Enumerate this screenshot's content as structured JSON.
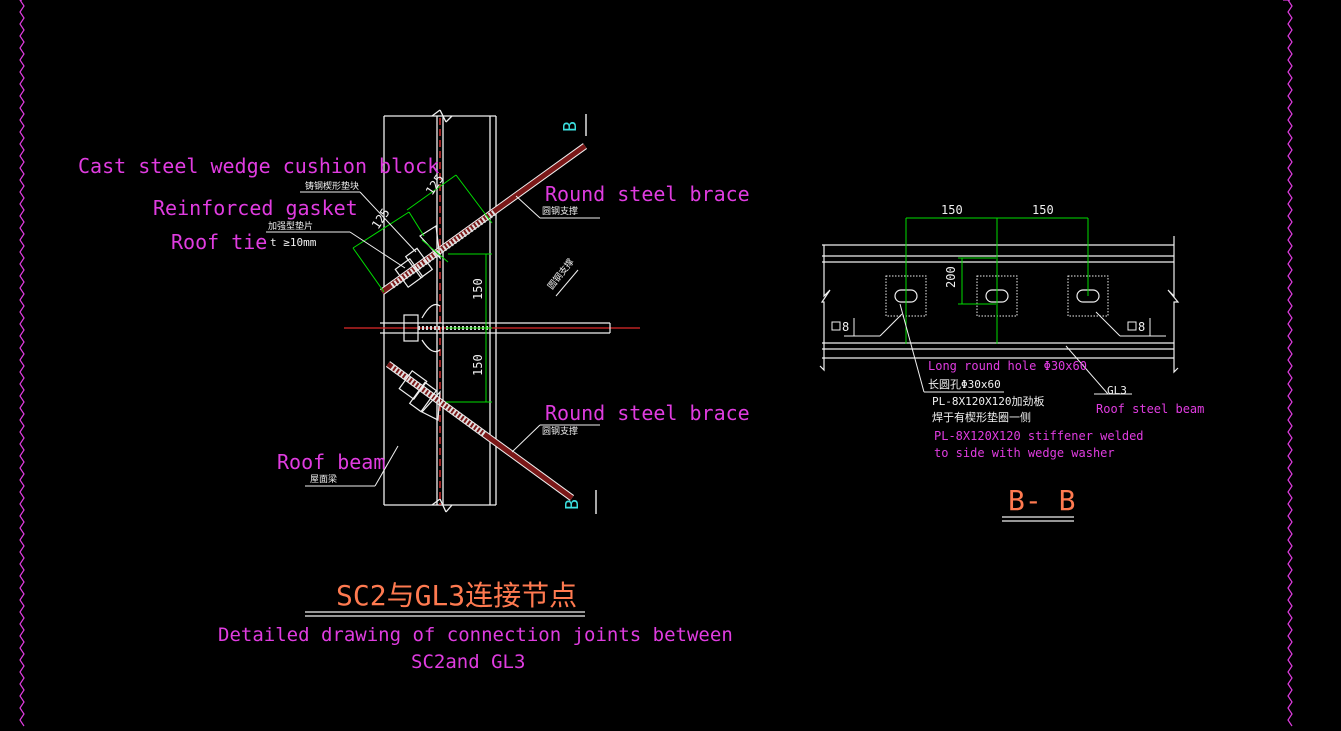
{
  "colors": {
    "background": "#000000",
    "annotation": "#e03ce0",
    "outline": "#f0f0f0",
    "dimension": "#00dd00",
    "title": "#ff7a50",
    "section_marker": "#3ce0e0",
    "rod": "#8a1c1c"
  },
  "left_detail": {
    "labels": {
      "cast_block": "Cast steel wedge cushion block",
      "cast_block_cn": "铸钢楔形垫块",
      "gasket": "Reinforced gasket",
      "gasket_cn": "加强型垫片",
      "gasket_t": "t ≥10mm",
      "roof_tie": "Roof tie",
      "brace_top": "Round steel brace",
      "brace_top_cn": "圆钢支撑",
      "brace_mid_cn": "圆钢支撑",
      "brace_bottom": "Round steel brace",
      "brace_bottom_cn": "圆钢支撑",
      "roof_beam": "Roof beam",
      "roof_beam_cn": "屋面梁"
    },
    "dimensions": {
      "diag_1": "125",
      "diag_2": "125",
      "vert_1": "150",
      "vert_2": "150"
    },
    "section_marks": {
      "top": "B",
      "bottom": "B"
    },
    "title_cn": "SC2与GL3连接节点",
    "title_en_line1": "Detailed drawing of connection joints between",
    "title_en_line2": "SC2and GL3"
  },
  "right_detail": {
    "dimensions": {
      "h1": "150",
      "h2": "150",
      "v1": "200"
    },
    "weld_left": "8",
    "weld_right": "8",
    "labels": {
      "hole": "Long round hole Φ30x60",
      "hole_cn": "长圆孔Φ30x60",
      "plate_cn_1": "PL-8X120X120加劲板",
      "plate_cn_2": "焊于有楔形垫圈一侧",
      "plate_en_1": "PL-8X120X120 stiffener welded",
      "plate_en_2": "to side with wedge washer",
      "gl3": "GL3",
      "roof_steel_beam": "Roof steel beam"
    },
    "title": "B- B"
  }
}
